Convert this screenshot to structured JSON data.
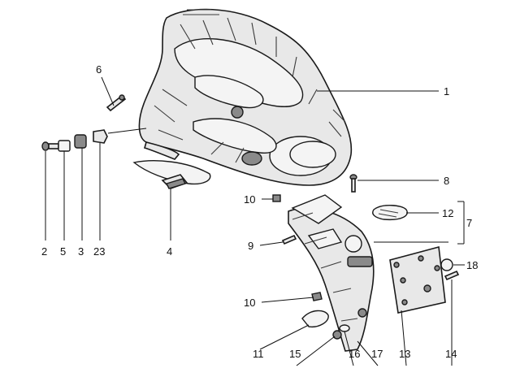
{
  "callouts": {
    "c1": "1",
    "c2": "2",
    "c3": "3",
    "c4": "4",
    "c5": "5",
    "c6": "6",
    "c7": "7",
    "c8": "8",
    "c9": "9",
    "c10a": "10",
    "c10b": "10",
    "c11": "11",
    "c12": "12",
    "c13": "13",
    "c14": "14",
    "c15": "15",
    "c16": "16",
    "c17": "17",
    "c18": "18",
    "c23": "23"
  },
  "colors": {
    "line": "#1a1a1a",
    "fill": "#e8e8e8",
    "dark": "#8a8a8a"
  }
}
